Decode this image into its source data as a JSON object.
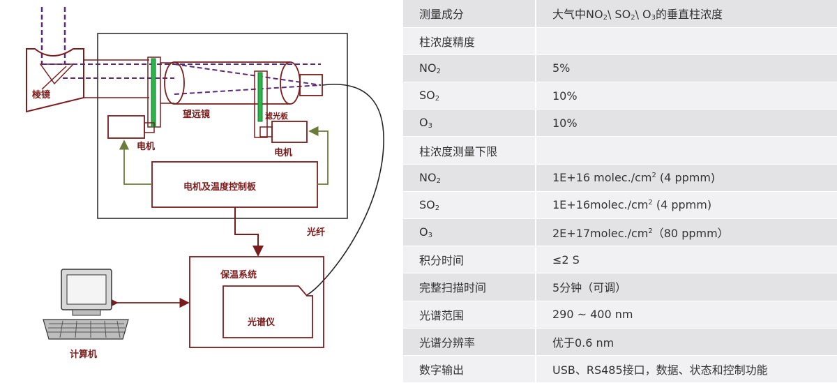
{
  "diagram": {
    "labels": {
      "prism": "棱镜",
      "telescope": "望远镜",
      "filter": "滤光板",
      "motor_left": "电机",
      "motor_right": "电机",
      "control_board": "电机及温度控制板",
      "fiber": "光纤",
      "insulation": "保温系统",
      "spectrometer": "光谱仪",
      "computer": "计算机"
    },
    "colors": {
      "outline": "#7a1c1c",
      "beam": "#5a2a78",
      "filter_green": "#2db24a",
      "feedback": "#6b7a3a",
      "fiber": "#222222"
    }
  },
  "specs": [
    {
      "label": "测量成分",
      "value": "大气中NO",
      "extra": [
        [
          "sub",
          "2"
        ],
        [
          "t",
          "\\ SO"
        ],
        [
          "sub",
          "2"
        ],
        [
          "t",
          "\\ O"
        ],
        [
          "sub",
          "3"
        ],
        [
          "t",
          "的垂直柱浓度"
        ]
      ]
    },
    {
      "label": "柱浓度精度",
      "value": ""
    },
    {
      "label": "NO",
      "label_sub": "2",
      "value": "5%"
    },
    {
      "label": "SO",
      "label_sub": "2",
      "value": "10%"
    },
    {
      "label": "O",
      "label_sub": "3",
      "value": "10%"
    },
    {
      "label": "柱浓度测量下限",
      "value": ""
    },
    {
      "label": "NO",
      "label_sub": "2",
      "value": "1E+16 molec./cm",
      "extra": [
        [
          "sup",
          "2"
        ],
        [
          "t",
          " (4 ppmm)"
        ]
      ]
    },
    {
      "label": "SO",
      "label_sub": "2",
      "value": "1E+16molec./cm",
      "extra": [
        [
          "sup",
          "2"
        ],
        [
          "t",
          " (4 ppmm)"
        ]
      ]
    },
    {
      "label": "O",
      "label_sub": "3",
      "value": "2E+17molec./cm",
      "extra": [
        [
          "sup",
          "2"
        ],
        [
          "t",
          "（80 ppmm）"
        ]
      ]
    },
    {
      "label": "积分时间",
      "value": "≤2 S"
    },
    {
      "label": "完整扫描时间",
      "value": "5分钟（可调）"
    },
    {
      "label": "光谱范围",
      "value": "290 ~ 400 nm"
    },
    {
      "label": "光谱分辨率",
      "value": "优于0.6 nm"
    },
    {
      "label": "数字输出",
      "value": "USB、RS485接口，数据、状态和控制功能"
    }
  ]
}
